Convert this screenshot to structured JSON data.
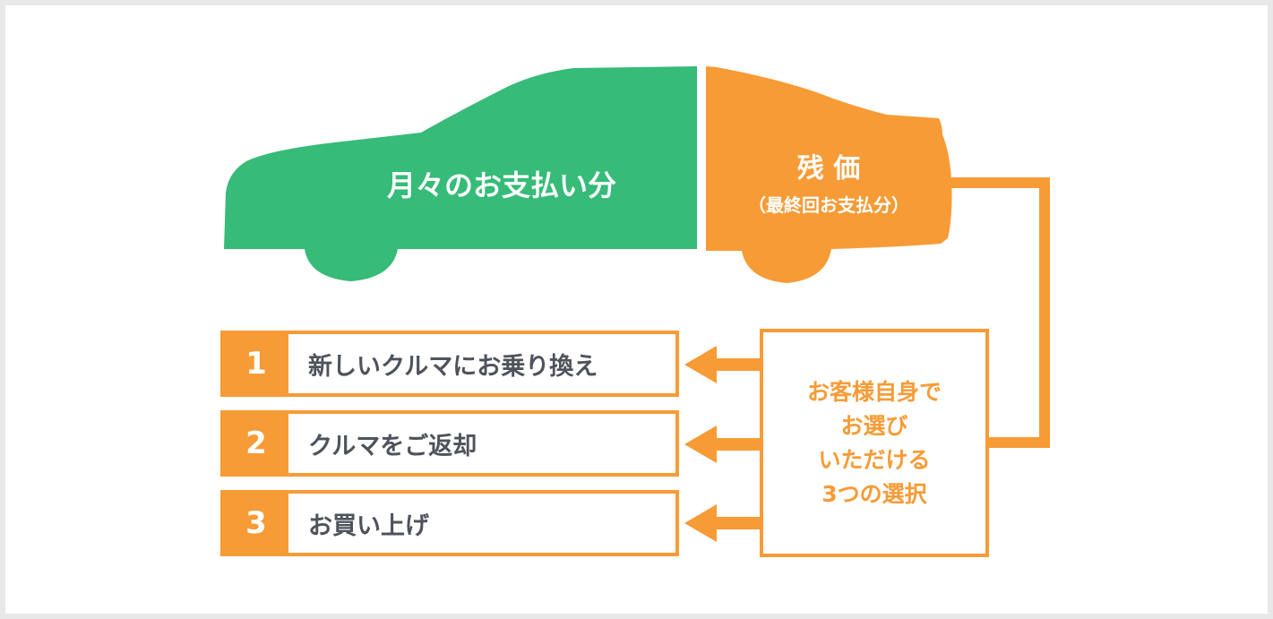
{
  "car": {
    "monthly_label": "月々のお支払い分",
    "residual_title": "残 価",
    "residual_subtitle": "（最終回お支払分）"
  },
  "choices": [
    {
      "number": "1",
      "label": "新しいクルマにお乗り換え"
    },
    {
      "number": "2",
      "label": "クルマをご返却"
    },
    {
      "number": "3",
      "label": "お買い上げ"
    }
  ],
  "side_box": {
    "lines": [
      "お客様自身で",
      "お選び",
      "いただける",
      "3つの選択"
    ]
  },
  "colors": {
    "green": "#36bb78",
    "orange": "#f79b36",
    "label_text": "#4e535c"
  },
  "icons": [
    "arrow-left-icon"
  ]
}
